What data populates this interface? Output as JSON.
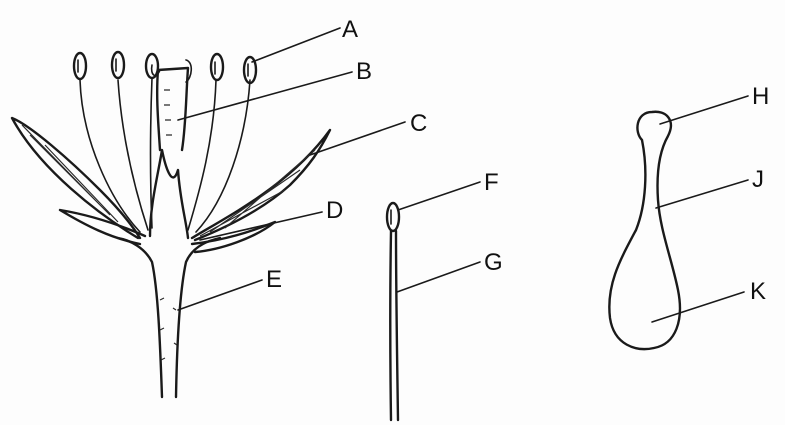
{
  "labels": {
    "A": "A",
    "B": "B",
    "C": "C",
    "D": "D",
    "E": "E",
    "F": "F",
    "G": "G",
    "H": "H",
    "J": "J",
    "K": "K"
  }
}
